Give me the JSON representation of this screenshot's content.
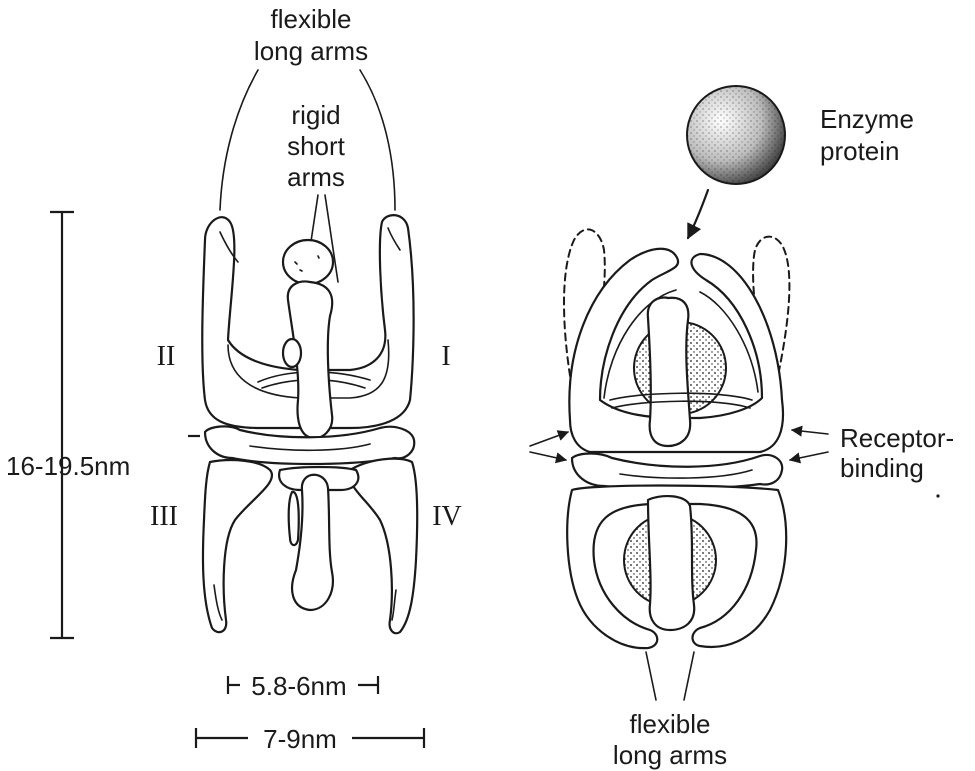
{
  "labels": {
    "flexible_long_arms_top_1": "flexible",
    "flexible_long_arms_top_2": "long arms",
    "rigid_short_arms_1": "rigid",
    "rigid_short_arms_2": "short",
    "rigid_short_arms_3": "arms",
    "domain_ii": "II",
    "domain_i": "I",
    "domain_iii": "III",
    "domain_iv": "IV",
    "height_dim": "16-19.5nm",
    "inner_width_dim": "5.8-6nm",
    "outer_width_dim": "7-9nm",
    "enzyme_1": "Enzyme",
    "enzyme_2": "protein",
    "receptor_1": "Receptor-",
    "receptor_2": "binding",
    "flexible_long_arms_bottom_1": "flexible",
    "flexible_long_arms_bottom_2": "long arms"
  }
}
